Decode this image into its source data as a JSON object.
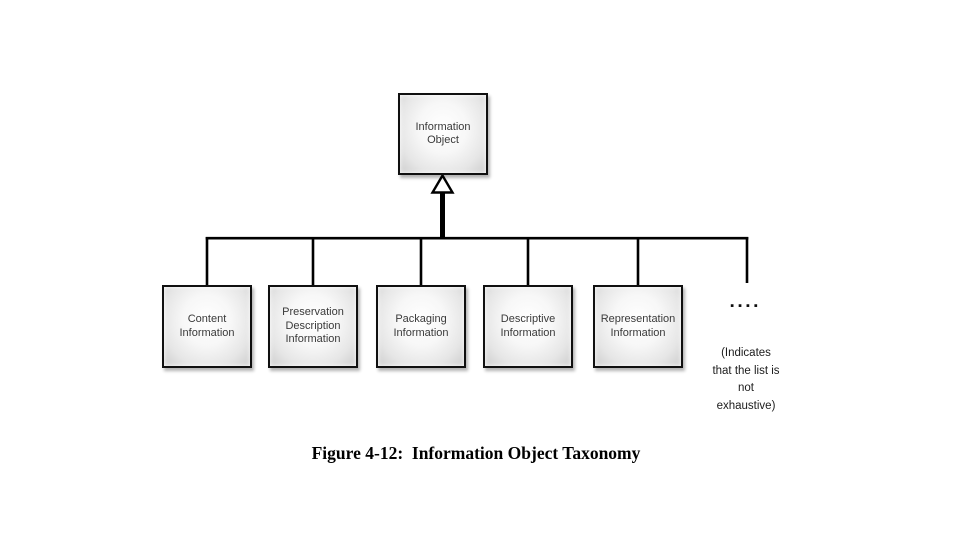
{
  "figure": {
    "caption": "Figure 4-12:  Information Object Taxonomy"
  },
  "diagram": {
    "root": {
      "label": "Information Object"
    },
    "children": [
      {
        "label": "Content Information"
      },
      {
        "label": "Preservation Description Information"
      },
      {
        "label": "Packaging Information"
      },
      {
        "label": "Descriptive Information"
      },
      {
        "label": "Representation Information"
      }
    ],
    "ellipsis": {
      "dots": "▪▪▪▪",
      "note": "(Indicates that the list is not exhaustive)"
    }
  },
  "colors": {
    "background": "#ffffff",
    "line": "#000000",
    "box_border": "#101010",
    "box_fill_center": "#ffffff",
    "box_fill_edge": "#cdcdcd",
    "box_text": "#3a3a3a",
    "caption_text": "#000000"
  }
}
